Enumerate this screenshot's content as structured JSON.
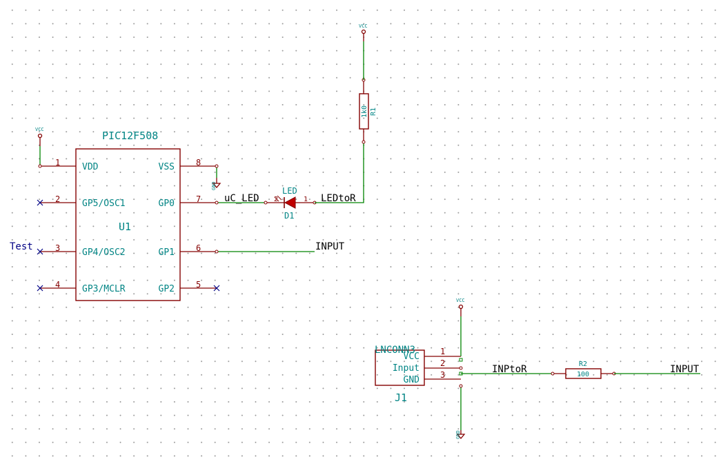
{
  "u1": {
    "value": "PIC12F508",
    "ref": "U1",
    "pins_left": [
      {
        "num": "1",
        "name": "VDD"
      },
      {
        "num": "2",
        "name": "GP5/OSC1"
      },
      {
        "num": "3",
        "name": "GP4/OSC2"
      },
      {
        "num": "4",
        "name": "GP3/MCLR"
      }
    ],
    "pins_right": [
      {
        "num": "8",
        "name": "VSS"
      },
      {
        "num": "7",
        "name": "GP0"
      },
      {
        "num": "6",
        "name": "GP1"
      },
      {
        "num": "5",
        "name": "GP2"
      }
    ]
  },
  "d1": {
    "value": "LED",
    "ref": "D1",
    "pin1": "1",
    "pin2": "2"
  },
  "r1": {
    "value": "1k0",
    "ref": "R1"
  },
  "r2": {
    "value": "100",
    "ref": "R2"
  },
  "j1": {
    "value": "LNCONN3",
    "ref": "J1",
    "pins": [
      {
        "num": "1",
        "name": "VCC"
      },
      {
        "num": "2",
        "name": "Input"
      },
      {
        "num": "3",
        "name": "GND"
      }
    ]
  },
  "power": {
    "vcc": "VCC",
    "gnd": "GND"
  },
  "nets": {
    "uc_led": "uC_LED",
    "led_to_r": "LEDtoR",
    "input_1": "INPUT",
    "inp_to_r": "INPtoR",
    "input_2": "INPUT"
  },
  "labels": {
    "test": "Test"
  }
}
